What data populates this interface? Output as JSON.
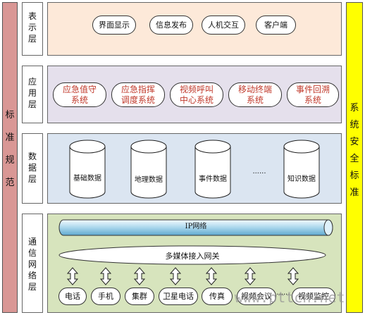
{
  "left_side": {
    "chars": [
      "标",
      "准",
      "规",
      "范"
    ]
  },
  "right_side": {
    "chars": [
      "系",
      "统",
      "安",
      "全",
      "标",
      "准"
    ]
  },
  "layers": [
    {
      "key": "presentation",
      "chars": [
        "表",
        "示",
        "层"
      ]
    },
    {
      "key": "application",
      "chars": [
        "应",
        "用",
        "层"
      ]
    },
    {
      "key": "data",
      "chars": [
        "数",
        "据",
        "层"
      ]
    },
    {
      "key": "communication",
      "chars": [
        "通",
        "信",
        "网",
        "络",
        "层"
      ]
    }
  ],
  "presentation": {
    "items": [
      "界面显示",
      "信息发布",
      "人机交互",
      "客户端"
    ]
  },
  "application": {
    "items": [
      [
        "应急值守",
        "系统"
      ],
      [
        "应急指挥",
        "调度系统"
      ],
      [
        "视频呼叫",
        "中心系统"
      ],
      [
        "移动终端",
        "系统"
      ],
      [
        "事件回溯",
        "系统"
      ]
    ]
  },
  "data": {
    "stores": [
      "基础数据",
      "地理数据",
      "事件数据",
      "知识数据"
    ],
    "ellipsis": "......"
  },
  "communication": {
    "network": "IP网络",
    "gateway": "多媒体接入网关",
    "devices": [
      "电话",
      "手机",
      "集群",
      "卫星电话",
      "传真",
      "视频会议",
      "视频监控"
    ],
    "ellipsis": "......"
  },
  "watermark": "www.pttcn.net"
}
